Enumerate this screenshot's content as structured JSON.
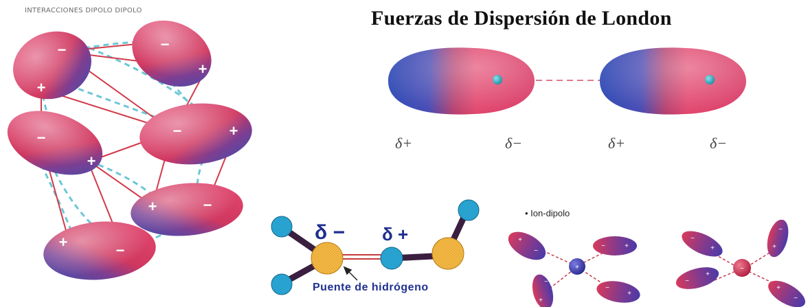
{
  "dipole_dipole": {
    "title": "INTERACCIONES DIPOLO DIPOLO",
    "plus": "+",
    "minus": "−"
  },
  "london": {
    "title": "Fuerzas de Dispersión de London",
    "labels": [
      "δ+",
      "δ−",
      "δ+",
      "δ−"
    ]
  },
  "hydrogen_bond": {
    "delta_minus": "δ −",
    "delta_plus": "δ +",
    "label": "Puente de hidrógeno"
  },
  "ion_dipole": {
    "label": "• Ion-dipolo"
  },
  "colors": {
    "pink": "#d83a66",
    "blue": "#3a4fb0",
    "purple": "#4a3aa0",
    "orange": "#f2b545",
    "cyan": "#27a7d8",
    "dark_bond": "#3a1f3f",
    "dashed_cyan": "#6cc7d6",
    "red_line": "#d23a4a"
  }
}
